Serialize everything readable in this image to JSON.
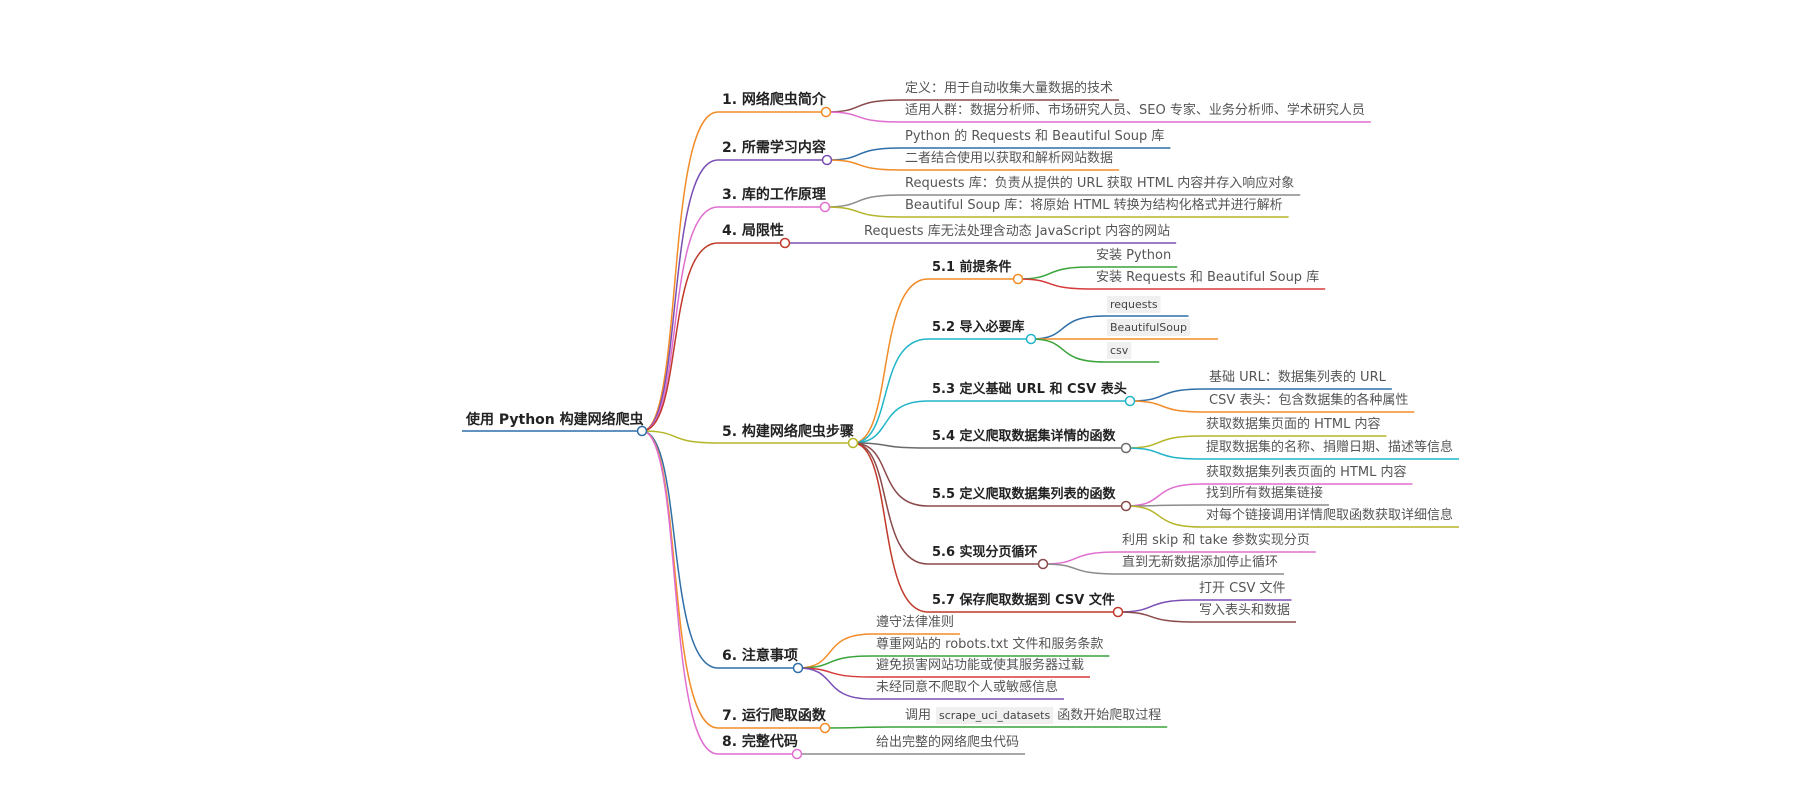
{
  "root": {
    "label": "使用 Python 构建网络爬虫",
    "color": "#2f6ea8"
  },
  "branches": [
    {
      "label": "1. 网络爬虫简介",
      "color": "#f28c28",
      "children": [
        {
          "label": "定义：用于自动收集大量数据的技术",
          "color": "#8b4a4a"
        },
        {
          "label": "适用人群：数据分析师、市场研究人员、SEO 专家、业务分析师、学术研究人员",
          "color": "#e06fd0"
        }
      ]
    },
    {
      "label": "2. 所需学习内容",
      "color": "#7a4fb3",
      "children": [
        {
          "label": "Python 的 Requests 和 Beautiful Soup 库",
          "color": "#2f6ea8"
        },
        {
          "label": "二者结合使用以获取和解析网站数据",
          "color": "#f28c28"
        }
      ]
    },
    {
      "label": "3. 库的工作原理",
      "color": "#e06fd0",
      "children": [
        {
          "label": "Requests 库：负责从提供的 URL 获取 HTML 内容并存入响应对象",
          "color": "#8c8c8c"
        },
        {
          "label": "Beautiful Soup 库：将原始 HTML 转换为结构化格式并进行解析",
          "color": "#b5b52a"
        }
      ]
    },
    {
      "label": "4. 局限性",
      "color": "#c0392b",
      "children": [
        {
          "label": "Requests 库无法处理含动态 JavaScript 内容的网站",
          "color": "#7a4fb3"
        }
      ]
    },
    {
      "label": "5. 构建网络爬虫步骤",
      "color": "#b5b52a",
      "children": [
        {
          "label": "5.1 前提条件",
          "color": "#f28c28",
          "children": [
            {
              "label": "安装 Python",
              "color": "#3aa33a"
            },
            {
              "label": "安装 Requests 和 Beautiful Soup 库",
              "color": "#d63b3b"
            }
          ]
        },
        {
          "label": "5.2 导入必要库",
          "color": "#22b5c9",
          "children": [
            {
              "label": "requests",
              "color": "#2f6ea8",
              "code": true
            },
            {
              "label": "BeautifulSoup",
              "color": "#f28c28",
              "code": true
            },
            {
              "label": "csv",
              "color": "#3aa33a",
              "code": true
            }
          ]
        },
        {
          "label": "5.3 定义基础 URL 和 CSV 表头",
          "color": "#22b5c9",
          "children": [
            {
              "label": "基础 URL：数据集列表的 URL",
              "color": "#2f6ea8"
            },
            {
              "label": "CSV 表头：包含数据集的各种属性",
              "color": "#f28c28"
            }
          ]
        },
        {
          "label": "5.4 定义爬取数据集详情的函数",
          "color": "#6b6b6b",
          "children": [
            {
              "label": "获取数据集页面的 HTML 内容",
              "color": "#b5b52a"
            },
            {
              "label": "提取数据集的名称、捐赠日期、描述等信息",
              "color": "#22b5c9"
            }
          ]
        },
        {
          "label": "5.5 定义爬取数据集列表的函数",
          "color": "#8b4a4a",
          "children": [
            {
              "label": "获取数据集列表页面的 HTML 内容",
              "color": "#e06fd0"
            },
            {
              "label": "找到所有数据集链接",
              "color": "#8c8c8c"
            },
            {
              "label": "对每个链接调用详情爬取函数获取详细信息",
              "color": "#b5b52a"
            }
          ]
        },
        {
          "label": "5.6 实现分页循环",
          "color": "#8b4a4a",
          "children": [
            {
              "label": "利用 skip 和 take 参数实现分页",
              "color": "#e06fd0"
            },
            {
              "label": "直到无新数据添加停止循环",
              "color": "#8c8c8c"
            }
          ]
        },
        {
          "label": "5.7 保存爬取数据到 CSV 文件",
          "color": "#c0392b",
          "children": [
            {
              "label": "打开 CSV 文件",
              "color": "#7a4fb3"
            },
            {
              "label": "写入表头和数据",
              "color": "#8b4a4a"
            }
          ]
        }
      ]
    },
    {
      "label": "6. 注意事项",
      "color": "#2f6ea8",
      "children": [
        {
          "label": "遵守法律准则",
          "color": "#f28c28"
        },
        {
          "label": "尊重网站的 robots.txt 文件和服务条款",
          "color": "#3aa33a"
        },
        {
          "label": "避免损害网站功能或使其服务器过载",
          "color": "#d63b3b"
        },
        {
          "label": "未经同意不爬取个人或敏感信息",
          "color": "#7a4fb3"
        }
      ]
    },
    {
      "label": "7. 运行爬取函数",
      "color": "#f28c28",
      "children": [
        {
          "label": "调用",
          "code": "scrape_uci_datasets",
          "suffix": "函数开始爬取过程",
          "color": "#3aa33a"
        }
      ]
    },
    {
      "label": "8. 完整代码",
      "color": "#e06fd0",
      "children": [
        {
          "label": "给出完整的网络爬虫代码",
          "color": "#8c8c8c"
        }
      ]
    }
  ]
}
